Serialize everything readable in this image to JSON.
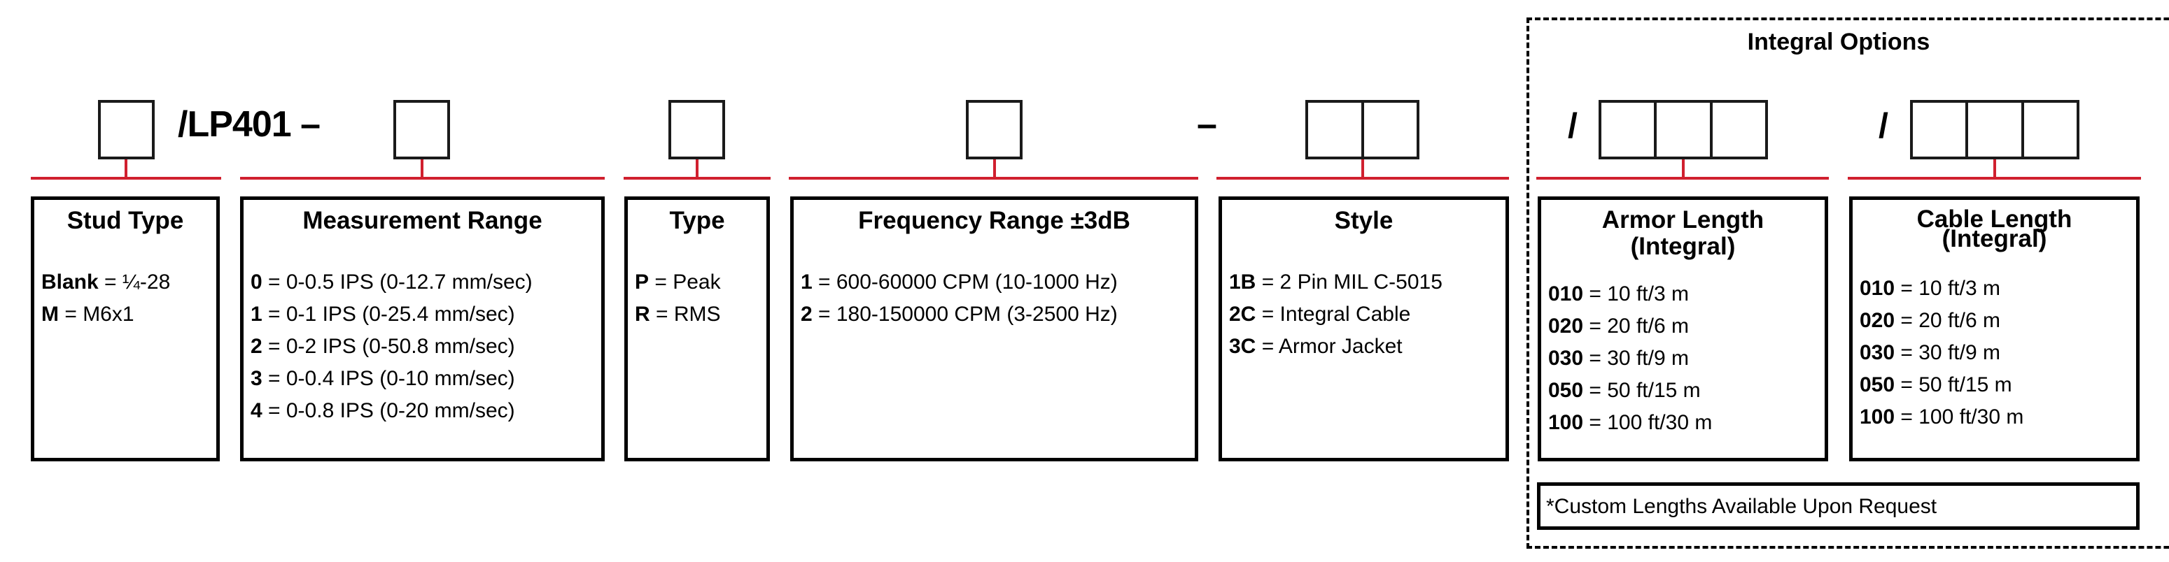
{
  "header": {
    "model_text": "/LP401 –",
    "hyphen_separator": "–",
    "slash_separator": "/",
    "integral_options_label": "Integral Options"
  },
  "accent_color": "#d0202f",
  "slots": [
    {
      "field": "stud_type",
      "cells": 1
    },
    {
      "field": "measurement_range",
      "cells": 1
    },
    {
      "field": "type",
      "cells": 1
    },
    {
      "field": "frequency_range",
      "cells": 1
    },
    {
      "field": "style",
      "cells": 2
    },
    {
      "field": "armor_length",
      "cells": 3
    },
    {
      "field": "cable_length",
      "cells": 3
    }
  ],
  "cards": {
    "stud_type": {
      "title": "Stud Type",
      "options": [
        {
          "code": "Blank",
          "desc": " = ¼-28"
        },
        {
          "code": "M",
          "desc": " = M6x1"
        }
      ]
    },
    "measurement_range": {
      "title": "Measurement Range",
      "options": [
        {
          "code": "0",
          "desc": " = 0-0.5 IPS (0-12.7 mm/sec)"
        },
        {
          "code": "1",
          "desc": " = 0-1 IPS (0-25.4 mm/sec)"
        },
        {
          "code": "2",
          "desc": " = 0-2 IPS (0-50.8 mm/sec)"
        },
        {
          "code": "3",
          "desc": " = 0-0.4 IPS (0-10 mm/sec)"
        },
        {
          "code": "4",
          "desc": " = 0-0.8 IPS (0-20 mm/sec)"
        }
      ]
    },
    "type": {
      "title": "Type",
      "options": [
        {
          "code": "P",
          "desc": " = Peak"
        },
        {
          "code": "R",
          "desc": " = RMS"
        }
      ]
    },
    "frequency_range": {
      "title": "Frequency Range ±3dB",
      "options": [
        {
          "code": "1",
          "desc": " = 600-60000 CPM (10-1000 Hz)"
        },
        {
          "code": "2",
          "desc": " = 180-150000 CPM (3-2500 Hz)"
        }
      ]
    },
    "style": {
      "title": "Style",
      "options": [
        {
          "code": "1B",
          "desc": " = 2 Pin MIL C-5015"
        },
        {
          "code": "2C",
          "desc": " = Integral Cable"
        },
        {
          "code": "3C",
          "desc": " = Armor Jacket"
        }
      ]
    },
    "armor_length": {
      "title_line1": "Armor Length",
      "title_line2": "(Integral)",
      "options": [
        {
          "code": "010",
          "desc": " = 10 ft/3 m"
        },
        {
          "code": "020",
          "desc": " = 20 ft/6 m"
        },
        {
          "code": "030",
          "desc": " = 30 ft/9 m"
        },
        {
          "code": "050",
          "desc": " = 50 ft/15 m"
        },
        {
          "code": "100",
          "desc": " = 100 ft/30 m"
        }
      ]
    },
    "cable_length": {
      "title_line1": "Cable Length",
      "title_line2": "(Integral)",
      "options": [
        {
          "code": "010",
          "desc": " = 10 ft/3 m"
        },
        {
          "code": "020",
          "desc": " = 20 ft/6 m"
        },
        {
          "code": "030",
          "desc": " = 30 ft/9 m"
        },
        {
          "code": "050",
          "desc": " = 50 ft/15 m"
        },
        {
          "code": "100",
          "desc": " = 100 ft/30 m"
        }
      ]
    }
  },
  "footnote": "*Custom Lengths Available Upon Request"
}
